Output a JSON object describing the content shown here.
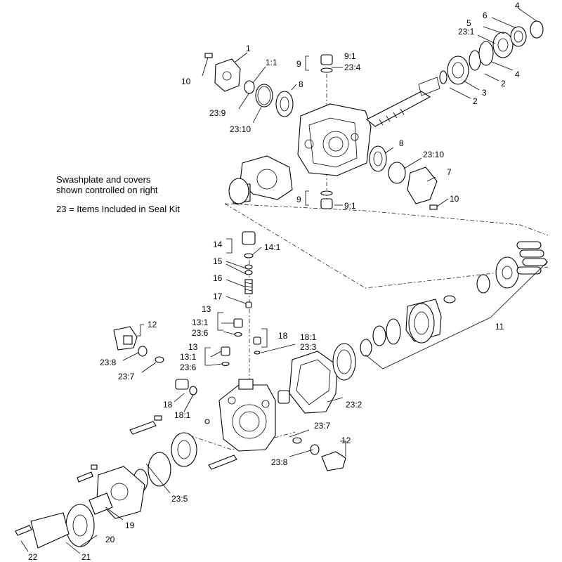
{
  "notes": {
    "line1": "Swashplate and covers",
    "line2": "shown controlled on right",
    "line3": "23  = Items Included in Seal Kit"
  },
  "callouts": [
    {
      "id": "c-4-top",
      "text": "4"
    },
    {
      "id": "c-6",
      "text": "6"
    },
    {
      "id": "c-5",
      "text": "5"
    },
    {
      "id": "c-23-1",
      "text": "23:1"
    },
    {
      "id": "c-4b",
      "text": "4"
    },
    {
      "id": "c-2a",
      "text": "2"
    },
    {
      "id": "c-3",
      "text": "3"
    },
    {
      "id": "c-2b",
      "text": "2"
    },
    {
      "id": "c-1",
      "text": "1"
    },
    {
      "id": "c-1-1",
      "text": "1:1"
    },
    {
      "id": "c-10a",
      "text": "10"
    },
    {
      "id": "c-9a",
      "text": "9"
    },
    {
      "id": "c-9-1a",
      "text": "9:1"
    },
    {
      "id": "c-23-4",
      "text": "23:4"
    },
    {
      "id": "c-8a",
      "text": "8"
    },
    {
      "id": "c-23-9",
      "text": "23:9"
    },
    {
      "id": "c-23-10a",
      "text": "23:10"
    },
    {
      "id": "c-8b",
      "text": "8"
    },
    {
      "id": "c-23-10b",
      "text": "23:10"
    },
    {
      "id": "c-7",
      "text": "7"
    },
    {
      "id": "c-10b",
      "text": "10"
    },
    {
      "id": "c-9b",
      "text": "9"
    },
    {
      "id": "c-9-1b",
      "text": "9:1"
    },
    {
      "id": "c-14",
      "text": "14"
    },
    {
      "id": "c-14-1",
      "text": "14:1"
    },
    {
      "id": "c-15",
      "text": "15"
    },
    {
      "id": "c-16",
      "text": "16"
    },
    {
      "id": "c-17",
      "text": "17"
    },
    {
      "id": "c-13a",
      "text": "13"
    },
    {
      "id": "c-13-1a",
      "text": "13:1"
    },
    {
      "id": "c-23-6a",
      "text": "23:6"
    },
    {
      "id": "c-18a",
      "text": "18"
    },
    {
      "id": "c-18-1a",
      "text": "18:1"
    },
    {
      "id": "c-23-3",
      "text": "23:3"
    },
    {
      "id": "c-13b",
      "text": "13"
    },
    {
      "id": "c-13-1b",
      "text": "13:1"
    },
    {
      "id": "c-23-6b",
      "text": "23:6"
    },
    {
      "id": "c-12a",
      "text": "12"
    },
    {
      "id": "c-23-8a",
      "text": "23:8"
    },
    {
      "id": "c-23-7a",
      "text": "23:7"
    },
    {
      "id": "c-11",
      "text": "11"
    },
    {
      "id": "c-18b",
      "text": "18"
    },
    {
      "id": "c-18-1b",
      "text": "18:1"
    },
    {
      "id": "c-23-2",
      "text": "23:2"
    },
    {
      "id": "c-23-7b",
      "text": "23:7"
    },
    {
      "id": "c-12b",
      "text": "12"
    },
    {
      "id": "c-23-8b",
      "text": "23:8"
    },
    {
      "id": "c-23-5",
      "text": "23:5"
    },
    {
      "id": "c-19",
      "text": "19"
    },
    {
      "id": "c-20",
      "text": "20"
    },
    {
      "id": "c-21",
      "text": "21"
    },
    {
      "id": "c-22",
      "text": "22"
    }
  ]
}
